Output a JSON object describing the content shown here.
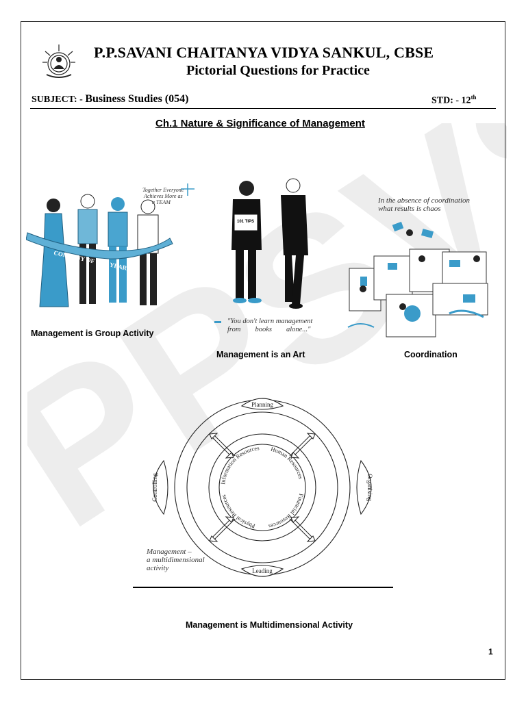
{
  "header": {
    "school_name": "P.P.SAVANI CHAITANYA VIDYA SANKUL, CBSE",
    "doc_title": "Pictorial Questions for Practice",
    "subject_prefix": "SUBJECT: - ",
    "subject_name": "Business Studies (054)",
    "std_label": "STD: - 12",
    "std_suffix": "th"
  },
  "chapter_title": "Ch.1 Nature & Significance of Management",
  "figures": {
    "group": {
      "caption": "Management is Group Activity",
      "slogan": [
        "Together Everyone",
        "Achieves More as",
        "a TEAM"
      ],
      "banner": "COMPANY OF THE YEAR"
    },
    "art": {
      "caption": "Management is an Art",
      "quote_line1": "\"You don't learn management",
      "quote_line2": "from        books        alone...\"",
      "book_title": "101 TIPS"
    },
    "coordination": {
      "caption": "Coordination",
      "note_line1": "In the absence of coordination",
      "note_line2": "what results is chaos"
    },
    "cycle": {
      "caption": "Management is Multidimensional Activity",
      "functions": {
        "top": "Planning",
        "right": "Organising",
        "bottom": "Leading",
        "left": "Controlling"
      },
      "resources": [
        "Human Resources",
        "Financial Resources",
        "Physical Resources",
        "Information Resources"
      ],
      "note": [
        "Management –",
        "a multidimensional",
        "activity"
      ]
    }
  },
  "page_number": "1",
  "watermark": "PPSVS"
}
